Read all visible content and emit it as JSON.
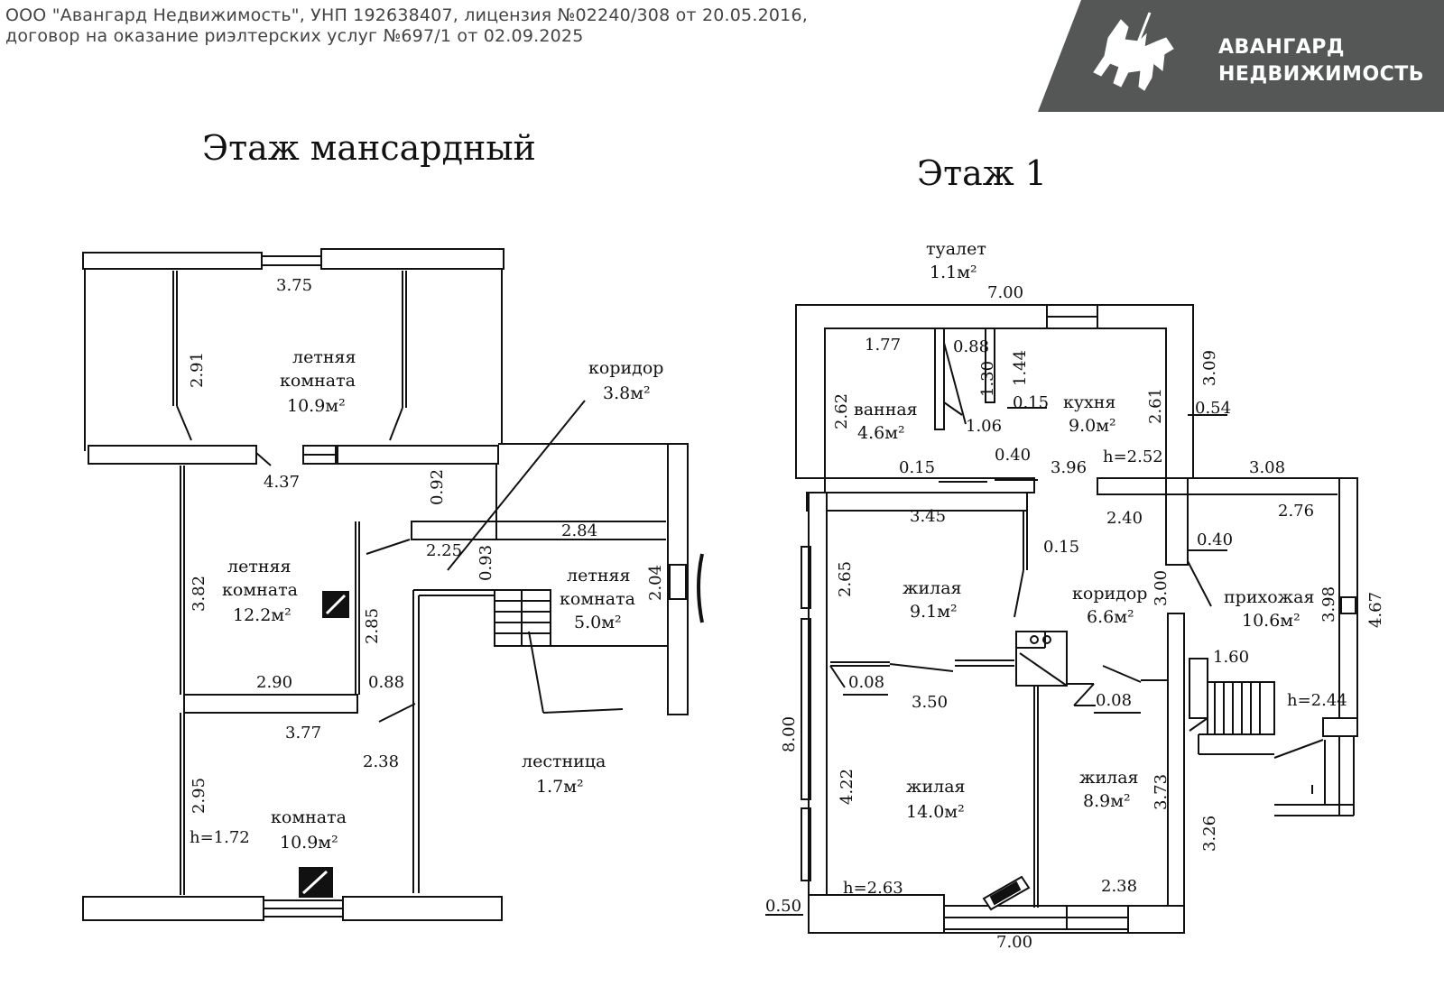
{
  "license": {
    "line1": "ООО \"Авангард Недвижимость\", УНП 192638407, лицензия №02240/308 от 20.05.2016,",
    "line2": "договор на оказание риэлтерских услуг №697/1 от 02.09.2025"
  },
  "brand": {
    "line1": "АВАНГАРД",
    "line2": "НЕДВИЖИМОСТЬ",
    "background": "#555757"
  },
  "attic": {
    "title": "Этаж мансардный",
    "rooms": {
      "summer1_name": "летняя",
      "summer1_name2": "комната",
      "summer1_area": "10.9м²",
      "summer2_name": "летняя",
      "summer2_name2": "комната",
      "summer2_area": "12.2м²",
      "summer3_name": "летняя",
      "summer3_name2": "комната",
      "summer3_area": "5.0м²",
      "corridor_name": "коридор",
      "corridor_area": "3.8м²",
      "room_name": "комната",
      "room_area": "10.9м²",
      "stairs_name": "лестница",
      "stairs_area": "1.7м²"
    },
    "dims": {
      "d375": "3.75",
      "d291": "2.91",
      "d437": "4.37",
      "d092": "0.92",
      "d225": "2.25",
      "d093": "0.93",
      "d284": "2.84",
      "d204": "2.04",
      "d382": "3.82",
      "d285": "2.85",
      "d290": "2.90",
      "d088": "0.88",
      "d377": "3.77",
      "d238": "2.38",
      "d295": "2.95",
      "h172": "h=1.72"
    }
  },
  "floor1": {
    "title": "Этаж 1",
    "rooms": {
      "toilet_name": "туалет",
      "toilet_area": "1.1м²",
      "bath_name": "ванная",
      "bath_area": "4.6м²",
      "kitchen_name": "кухня",
      "kitchen_area": "9.0м²",
      "living1_name": "жилая",
      "living1_area": "9.1м²",
      "corridor_name": "коридор",
      "corridor_area": "6.6м²",
      "hall_name": "прихожая",
      "hall_area": "10.6м²",
      "living2_name": "жилая",
      "living2_area": "14.0м²",
      "living3_name": "жилая",
      "living3_area": "8.9м²"
    },
    "dims": {
      "d700top": "7.00",
      "d177": "1.77",
      "d088": "0.88",
      "d130": "1.30",
      "d144": "1.44",
      "d015a": "0.15",
      "d106": "1.06",
      "d262": "2.62",
      "d261": "2.61",
      "d309": "3.09",
      "d054": "0.54",
      "d015b": "0.15",
      "d040a": "0.40",
      "d396": "3.96",
      "h252": "h=2.52",
      "d308": "3.08",
      "d345": "3.45",
      "d240": "2.40",
      "d276": "2.76",
      "d040b": "0.40",
      "d015c": "0.15",
      "d265": "2.65",
      "d300": "3.00",
      "d398": "3.98",
      "d467": "4.67",
      "d160": "1.60",
      "d008a": "0.08",
      "d350": "3.50",
      "d008b": "0.08",
      "h244": "h=2.44",
      "d800": "8.00",
      "d422": "4.22",
      "d373": "3.73",
      "d326": "3.26",
      "h263": "h=2.63",
      "d238": "2.38",
      "d050": "0.50",
      "d700bot": "7.00"
    }
  }
}
